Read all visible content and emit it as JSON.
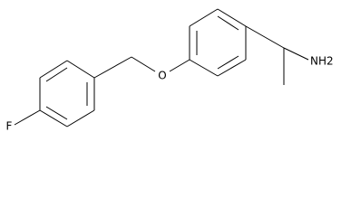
{
  "molecule": {
    "atoms": {
      "fluorine": "F",
      "oxygen": "O",
      "amine": "NH2"
    }
  }
}
